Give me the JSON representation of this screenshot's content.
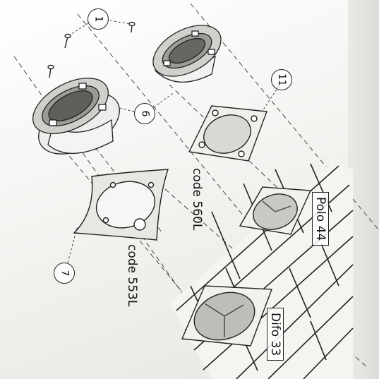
{
  "labels": {
    "code_560l": "code 560L",
    "code_553l": "code 553L",
    "polo_44": "Polo 44",
    "difo_33": "Difo 33"
  },
  "callouts": {
    "screw": "1",
    "speaker_housing": "6",
    "square_adapter": "11",
    "flange_adapter": "7"
  }
}
